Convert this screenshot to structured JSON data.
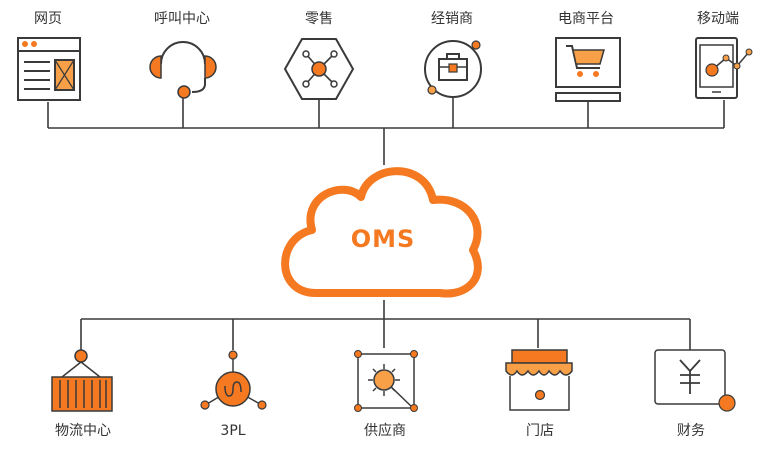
{
  "center": {
    "label": "OMS"
  },
  "top_channels": [
    {
      "label": "网页",
      "icon": "webpage-icon"
    },
    {
      "label": "呼叫中心",
      "icon": "headset-icon"
    },
    {
      "label": "零售",
      "icon": "retail-network-icon"
    },
    {
      "label": "经销商",
      "icon": "briefcase-icon"
    },
    {
      "label": "电商平台",
      "icon": "shopping-cart-monitor-icon"
    },
    {
      "label": "移动端",
      "icon": "mobile-tablet-icon"
    }
  ],
  "bottom_nodes": [
    {
      "label": "物流中心",
      "icon": "container-icon"
    },
    {
      "label": "3PL",
      "icon": "3pl-hub-icon"
    },
    {
      "label": "供应商",
      "icon": "supplier-network-icon"
    },
    {
      "label": "门店",
      "icon": "store-icon"
    },
    {
      "label": "财务",
      "icon": "yuan-finance-icon"
    }
  ],
  "colors": {
    "accent": "#f47920",
    "accent_light": "#f8a048",
    "line": "#3a3a3a",
    "text": "#333333"
  }
}
